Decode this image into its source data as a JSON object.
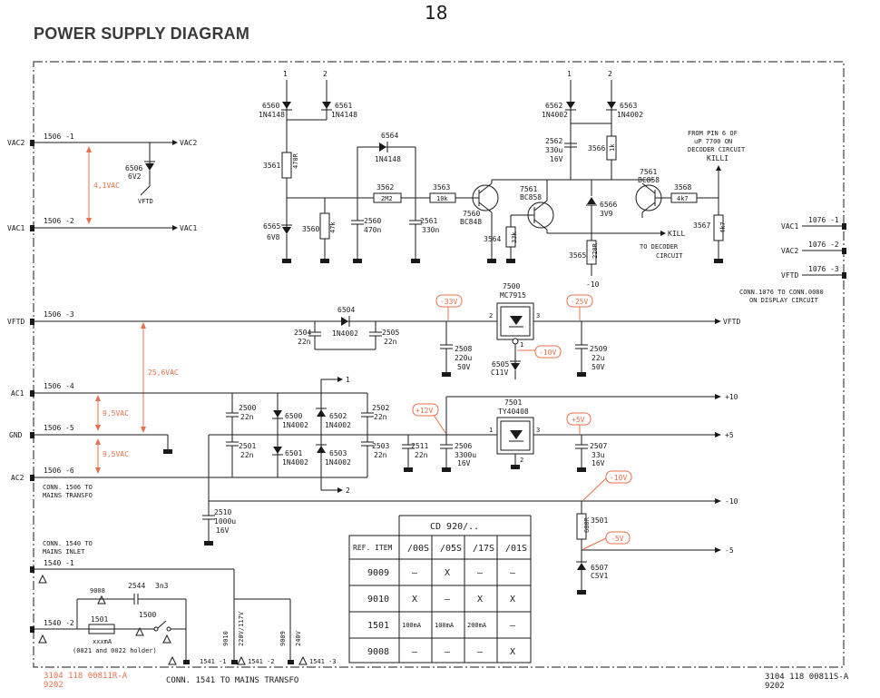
{
  "page_number": "18",
  "title": "POWER SUPPLY DIAGRAM",
  "connectors": {
    "left": [
      {
        "net": "VAC2",
        "pin": "1506 -1",
        "out": "VAC2"
      },
      {
        "net": "VAC1",
        "pin": "1506 -2",
        "out": "VAC1"
      },
      {
        "net": "VFTD",
        "pin": "1506 -3",
        "out": "VFTD"
      },
      {
        "net": "AC1",
        "pin": "1506 -4",
        "out": "+10"
      },
      {
        "net": "GND",
        "pin": "1506 -5",
        "out": "+5"
      },
      {
        "net": "AC2",
        "pin": "1506 -6",
        "out": "-10"
      }
    ],
    "right": [
      {
        "net": "VAC1",
        "pin": "1076 -1"
      },
      {
        "net": "VAC2",
        "pin": "1076 -2"
      },
      {
        "net": "VFTD",
        "pin": "1076 -3"
      }
    ],
    "conn1506_note": [
      "CONN. 1506 TO",
      "MAINS TRANSFO"
    ],
    "conn1076_note": [
      "CONN.1076 TO CONN.0080",
      "ON DISPLAY CIRCUIT"
    ],
    "conn1540_note": [
      "CONN. 1540 TO",
      "MAINS INLET"
    ],
    "conn1541_note": "CONN. 1541 TO MAINS TRANSFO",
    "mains_pins": [
      "1540 -1",
      "1540 -2",
      "1541 -1",
      "1541 -2",
      "1541 -3"
    ],
    "out_minus5": "-5"
  },
  "voltages": {
    "v41": "4,1VAC",
    "v256": "25,6VAC",
    "v95a": "9,5VAC",
    "v95b": "9,5VAC",
    "m33": "-33V",
    "m25": "-25V",
    "m10a": "-10V",
    "p12": "+12V",
    "p5": "+5V",
    "m10b": "-10V",
    "m5": "-5V"
  },
  "components": {
    "d6506": [
      "6506",
      "6V2"
    ],
    "vftd_small": "VFTD",
    "d6560": [
      "6560",
      "1N4148"
    ],
    "d6561": [
      "6561",
      "1N4148"
    ],
    "r3561": [
      "3561",
      "470R"
    ],
    "d6564": [
      "6564",
      "1N4148"
    ],
    "r3562": [
      "3562",
      "2M2"
    ],
    "r3563": [
      "3563",
      "10k"
    ],
    "d6565": [
      "6565",
      "6V8"
    ],
    "r3560": [
      "3560",
      "47k"
    ],
    "c2560": [
      "2560",
      "470n"
    ],
    "c2561": [
      "2561",
      "330n"
    ],
    "t7560": [
      "7560",
      "BC848"
    ],
    "t7561a": [
      "7561",
      "BC858"
    ],
    "r3564": [
      "3564",
      "33k"
    ],
    "d6562": [
      "6562",
      "1N4002"
    ],
    "d6563": [
      "6563",
      "1N4002"
    ],
    "c2562": [
      "2562",
      "330u",
      "16V"
    ],
    "r3566": [
      "3566",
      "1k"
    ],
    "d6566": [
      "6566",
      "3V9"
    ],
    "r3565": [
      "3565",
      "220R",
      "-10"
    ],
    "t7561b": [
      "7561",
      "BC858"
    ],
    "r3568": [
      "3568",
      "4k7"
    ],
    "r3567": [
      "3567",
      "4k7"
    ],
    "from_pin": [
      "FROM PIN 6 OF",
      "uP 7700 ON",
      "DECODER CIRCUIT",
      "KILLI"
    ],
    "kill": [
      "KILL",
      "TO DECODER",
      "CIRCUIT"
    ],
    "pins_top": [
      "1",
      "2",
      "1",
      "2"
    ],
    "d6504": [
      "6504",
      "1N4002"
    ],
    "c2504": [
      "2504",
      "22n"
    ],
    "c2505": [
      "2505",
      "22n"
    ],
    "ic7500": [
      "7500",
      "MC7915"
    ],
    "c2508": [
      "2508",
      "220u",
      "50V"
    ],
    "d6505": [
      "6505",
      "C11V"
    ],
    "c2509": [
      "2509",
      "22u",
      "50V"
    ],
    "c2500": [
      "2500",
      "22n"
    ],
    "c2501": [
      "2501",
      "22n"
    ],
    "d6500": [
      "6500",
      "1N4002"
    ],
    "d6501": [
      "6501",
      "1N4002"
    ],
    "d6502": [
      "6502",
      "1N4002"
    ],
    "d6503": [
      "6503",
      "1N4002"
    ],
    "c2502": [
      "2502",
      "22n"
    ],
    "c2503": [
      "2503",
      "22n"
    ],
    "c2511": [
      "2511",
      "22n"
    ],
    "c2506": [
      "2506",
      "3300u",
      "16V"
    ],
    "ic7501": [
      "7501",
      "TY40408"
    ],
    "c2507": [
      "2507",
      "33u",
      "16V"
    ],
    "c2510": [
      "2510",
      "1000u",
      "16V"
    ],
    "r3501": [
      "3501",
      "680R"
    ],
    "d6507": [
      "6507",
      "C5V1"
    ],
    "c2544": [
      "2544",
      "3n3"
    ],
    "f1501": [
      "9008",
      "1501",
      "xxxmA",
      "(0021 and 0022 holder)"
    ],
    "s1500": "1500",
    "j9010": [
      "9010",
      "220V/117V"
    ],
    "j9009": [
      "9009",
      "240V"
    ],
    "pin1": "1",
    "pin2": "2"
  },
  "variant_table": {
    "title": "CD 920/..",
    "header": [
      "REF. ITEM",
      "/00S",
      "/05S",
      "/17S",
      "/01S"
    ],
    "rows": [
      [
        "9009",
        "–",
        "X",
        "–",
        "–"
      ],
      [
        "9010",
        "X",
        "–",
        "X",
        "X"
      ],
      [
        "1501",
        "100mA",
        "100mA",
        "200mA",
        "–"
      ],
      [
        "9008",
        "–",
        "–",
        "–",
        "X"
      ]
    ]
  },
  "footer": {
    "left": [
      "3104 118 00811R-A",
      "9202"
    ],
    "right": [
      "3104 118 00811S-A",
      "9202"
    ]
  },
  "colors": {
    "annotation": "#e8704a",
    "ink": "#1a1a1a"
  }
}
